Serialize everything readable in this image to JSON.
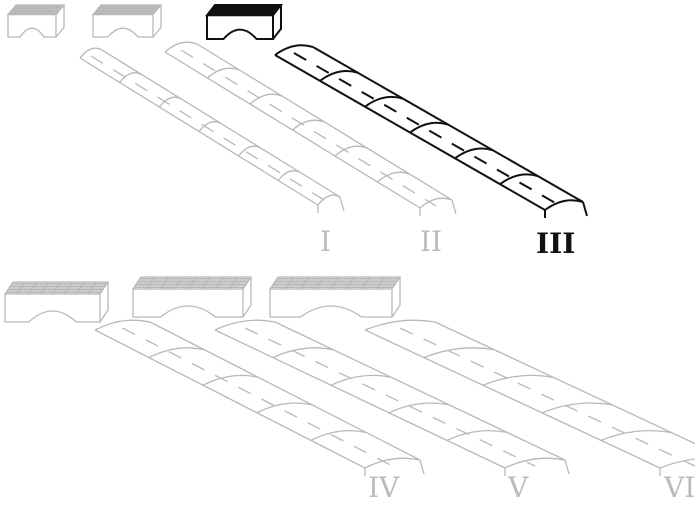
{
  "colors": {
    "light_stroke": "#b8b8b8",
    "dark_stroke": "#111111",
    "background": "#ffffff"
  },
  "variants": [
    {
      "label": "I",
      "style": "light"
    },
    {
      "label": "II",
      "style": "light"
    },
    {
      "label": "III",
      "style": "dark"
    },
    {
      "label": "IV",
      "style": "light"
    },
    {
      "label": "V",
      "style": "light"
    },
    {
      "label": "VI",
      "style": "light"
    }
  ]
}
